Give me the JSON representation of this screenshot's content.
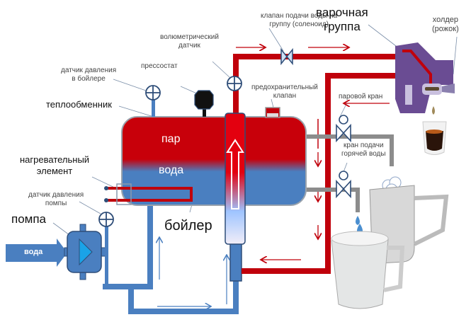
{
  "colors": {
    "hot": "#c0000b",
    "water": "#4a7fc0",
    "pipe_gray": "#8c8c8c",
    "group": "#6a4c93",
    "outline": "#2e4d78"
  },
  "labels": {
    "solenoid_valve": [
      "клапан подачи воды на",
      "группу  (соленоид)"
    ],
    "brew_group": [
      "варочная",
      "группа"
    ],
    "holder": [
      "холдер",
      "(рожок)"
    ],
    "volumetric_sensor": [
      "волюметрический",
      "датчик"
    ],
    "pressostat": "прессостат",
    "boiler_pressure_sensor": [
      "датчик давления",
      "в бойлере"
    ],
    "safety_valve": [
      "предохранительный",
      "клапан"
    ],
    "steam_valve": "паровой кран",
    "heat_exchanger": "теплообменник",
    "hot_water_valve": [
      "кран подачи",
      "горячей воды"
    ],
    "steam": "пар",
    "water": "вода",
    "heating_element": [
      "нагревательный",
      "элемент"
    ],
    "pump_pressure_sensor": [
      "датчик давления",
      "помпы"
    ],
    "pump": "помпа",
    "water_inlet": "вода",
    "boiler": "бойлер"
  }
}
